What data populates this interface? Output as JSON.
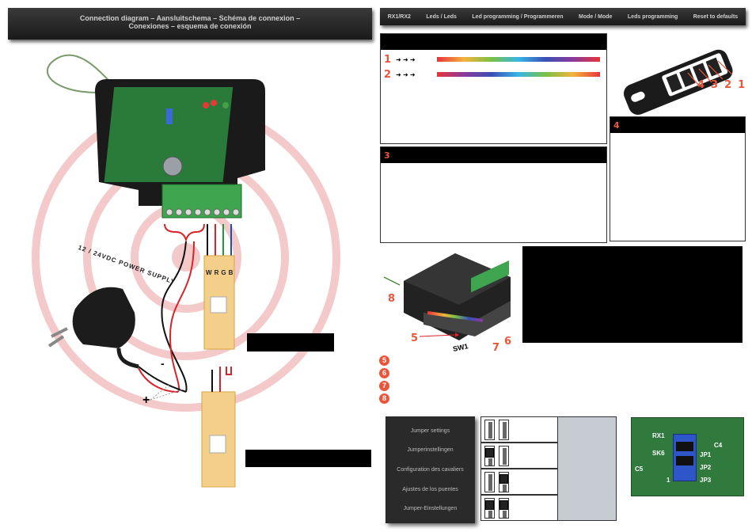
{
  "left_header": {
    "line1": "Connection diagram – Aansluitschema – Schéma de connexion –",
    "line2": "Conexiones – esquema de conexión"
  },
  "right_header": {
    "tabs": [
      "RX1/RX2",
      "Leds / Leds",
      "Led programming / Programmeren",
      "Mode / Mode",
      "Leds programming",
      "Reset to defaults"
    ]
  },
  "power_label": "12 / 24VDC POWER SUPPLY",
  "polarity": {
    "minus": "-",
    "plus": "+"
  },
  "strip_letters": [
    "W",
    "R",
    "G",
    "B"
  ],
  "sw_label": "SW1",
  "box_rainbow": {
    "rows": [
      {
        "num": "1",
        "arrows": "➜ ➜ ➜"
      },
      {
        "num": "2",
        "arrows": "➜ ➜ ➜"
      }
    ]
  },
  "box3": {
    "num": "3"
  },
  "box4": {
    "num": "4"
  },
  "remote_numbers": [
    "4",
    "3",
    "2",
    "1"
  ],
  "device_callouts": [
    "8",
    "5",
    "7",
    "6"
  ],
  "bullet_list": [
    "5",
    "6",
    "7",
    "8"
  ],
  "jumper_side": {
    "items": [
      "Jumper settings",
      "Jumperinstellingen",
      "Configuration des cavaliers",
      "Ajustes de los puentes",
      "Jumper-Einstellungen"
    ]
  },
  "pcb_labels": [
    "RX1",
    "SK6",
    "JP1",
    "JP2",
    "JP3",
    "C5",
    "C4",
    "1"
  ],
  "colors": {
    "accent": "#e8563c",
    "header": "#222222",
    "wire_red": "#d8232a",
    "wire_green": "#1f9a3a",
    "wire_blue": "#1f4fa8"
  }
}
